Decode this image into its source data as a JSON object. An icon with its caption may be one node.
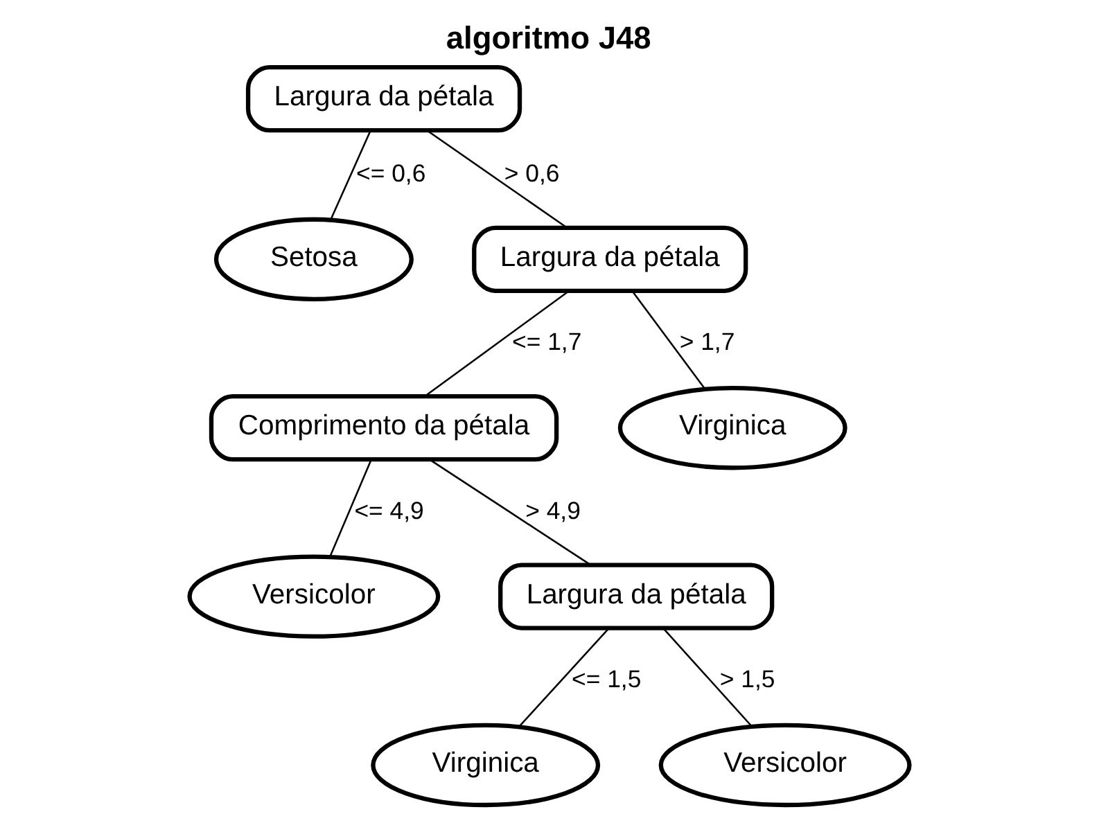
{
  "diagram": {
    "title": "algoritmo J48",
    "nodes": [
      {
        "text": [
          "Largura da pétala"
        ]
      },
      {
        "text": [
          "Setosa"
        ]
      },
      {
        "text": [
          "Largura da pétala"
        ]
      },
      {
        "text": [
          "Comprimento da pétala"
        ]
      },
      {
        "text": [
          "Virginica"
        ]
      },
      {
        "text": [
          "Versicolor"
        ]
      },
      {
        "text": [
          "Largura da pétala"
        ]
      },
      {
        "text": [
          "Virginica"
        ]
      },
      {
        "text": [
          "Versicolor"
        ]
      }
    ],
    "edges": [
      {
        "from": 0,
        "to": 1,
        "arrow": "none",
        "label": "<= 0,6"
      },
      {
        "from": 0,
        "to": 2,
        "arrow": "none",
        "label": "> 0,6"
      },
      {
        "from": 2,
        "to": 3,
        "arrow": "none",
        "label": "<= 1,7"
      },
      {
        "from": 2,
        "to": 4,
        "arrow": "none",
        "label": "> 1,7"
      },
      {
        "from": 3,
        "to": 5,
        "arrow": "none",
        "label": "<= 4,9"
      },
      {
        "from": 3,
        "to": 6,
        "arrow": "none",
        "label": "> 4,9"
      },
      {
        "from": 6,
        "to": 7,
        "arrow": "none",
        "label": "<= 1,5"
      },
      {
        "from": 6,
        "to": 8,
        "arrow": "none",
        "label": "> 1,5"
      }
    ]
  }
}
